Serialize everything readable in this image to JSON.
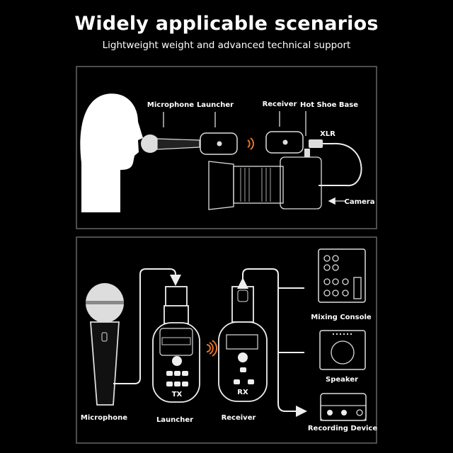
{
  "header": {
    "title": "Widely applicable scenarios",
    "subtitle": "Lightweight weight and advanced technical support"
  },
  "scene_top": {
    "labels": {
      "microphone": "Microphone",
      "launcher": "Launcher",
      "receiver": "Receiver",
      "hot_shoe_base": "Hot Shoe Base",
      "xlr": "XLR",
      "camera": "Camera"
    }
  },
  "scene_bottom": {
    "labels": {
      "microphone": "Microphone",
      "launcher": "Launcher",
      "receiver": "Receiver",
      "mixing_console": "Mixing Console",
      "speaker": "Speaker",
      "recording_device": "Recording Device"
    },
    "device_marks": {
      "tx": "TX",
      "rx": "RX"
    }
  },
  "colors": {
    "background": "#000000",
    "line": "#eeeeee",
    "signal": "#e8742a"
  }
}
